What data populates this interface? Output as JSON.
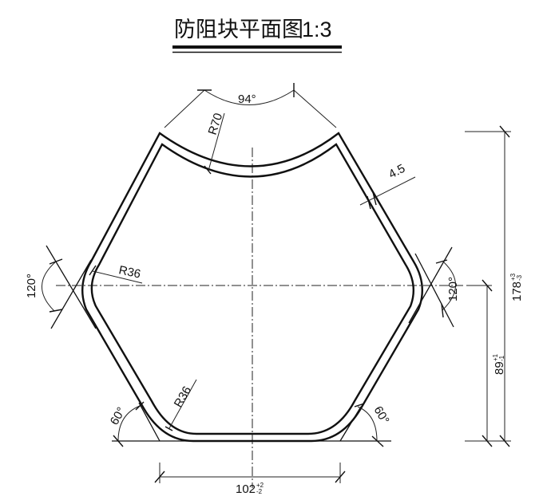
{
  "title": {
    "text": "防阻块平面图",
    "scale": "1:3"
  },
  "dimensions": {
    "top_arc_angle": "94°",
    "top_arc_radius": "R70",
    "wall_thickness": "4.5",
    "left_vertex_angle": "120°",
    "right_vertex_angle": "120°",
    "left_fillet_radius": "R36",
    "bottom_fillet_radius": "R36",
    "bottom_left_angle": "60°",
    "bottom_right_angle": "60°",
    "total_height": {
      "value": "178",
      "tol_plus": "+3",
      "tol_minus": "-3"
    },
    "half_height": {
      "value": "89",
      "tol_plus": "+1",
      "tol_minus": "-1"
    },
    "bottom_width": {
      "value": "102",
      "tol_plus": "+2",
      "tol_minus": "-2"
    }
  },
  "colors": {
    "line": "#111111",
    "background": "#ffffff"
  }
}
